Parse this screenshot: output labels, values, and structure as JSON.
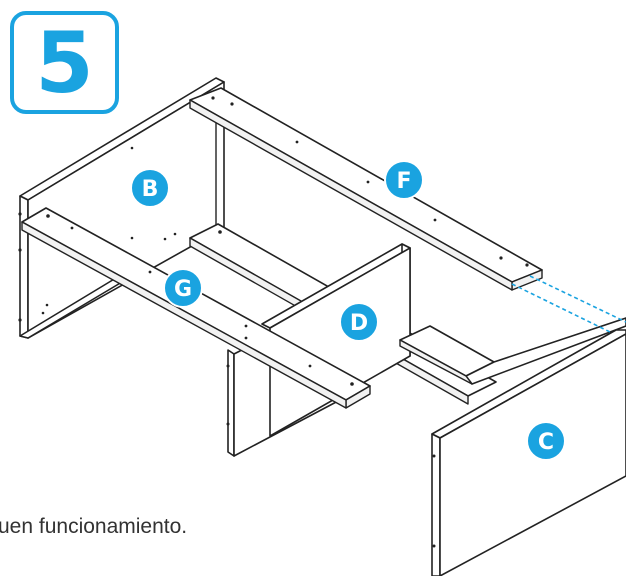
{
  "step": {
    "number": "5"
  },
  "caption": "uen funcionamiento.",
  "parts": [
    {
      "id": "B",
      "label": "B"
    },
    {
      "id": "F",
      "label": "F"
    },
    {
      "id": "G",
      "label": "G"
    },
    {
      "id": "D",
      "label": "D"
    },
    {
      "id": "C",
      "label": "C"
    }
  ],
  "colors": {
    "accent": "#1aa3e0",
    "line": "#222222"
  }
}
